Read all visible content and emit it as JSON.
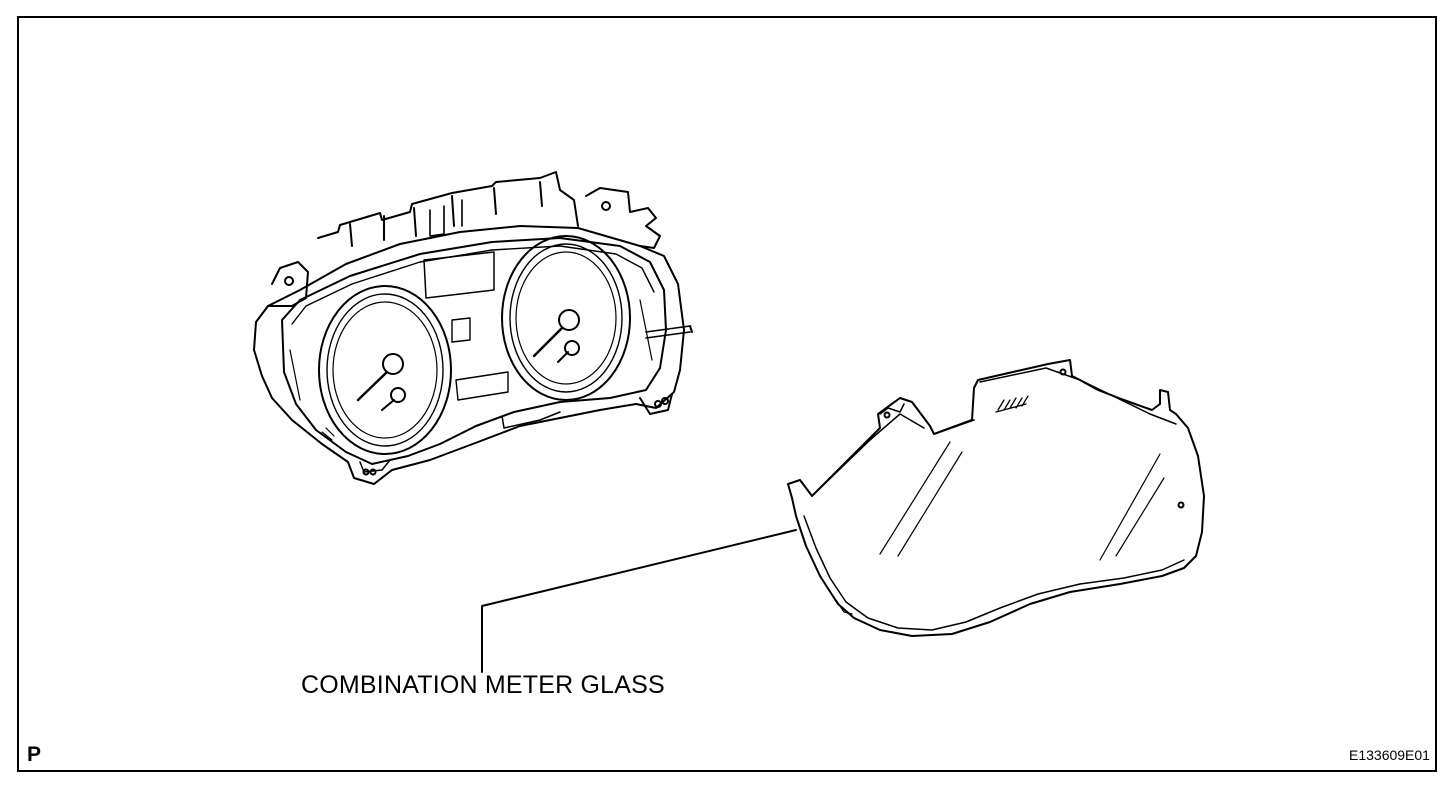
{
  "callout": {
    "text": "COMBINATION METER GLASS"
  },
  "corner_marks": {
    "left": "P",
    "right": "E133609E01"
  },
  "colors": {
    "line": "#000000",
    "background": "#ffffff"
  }
}
